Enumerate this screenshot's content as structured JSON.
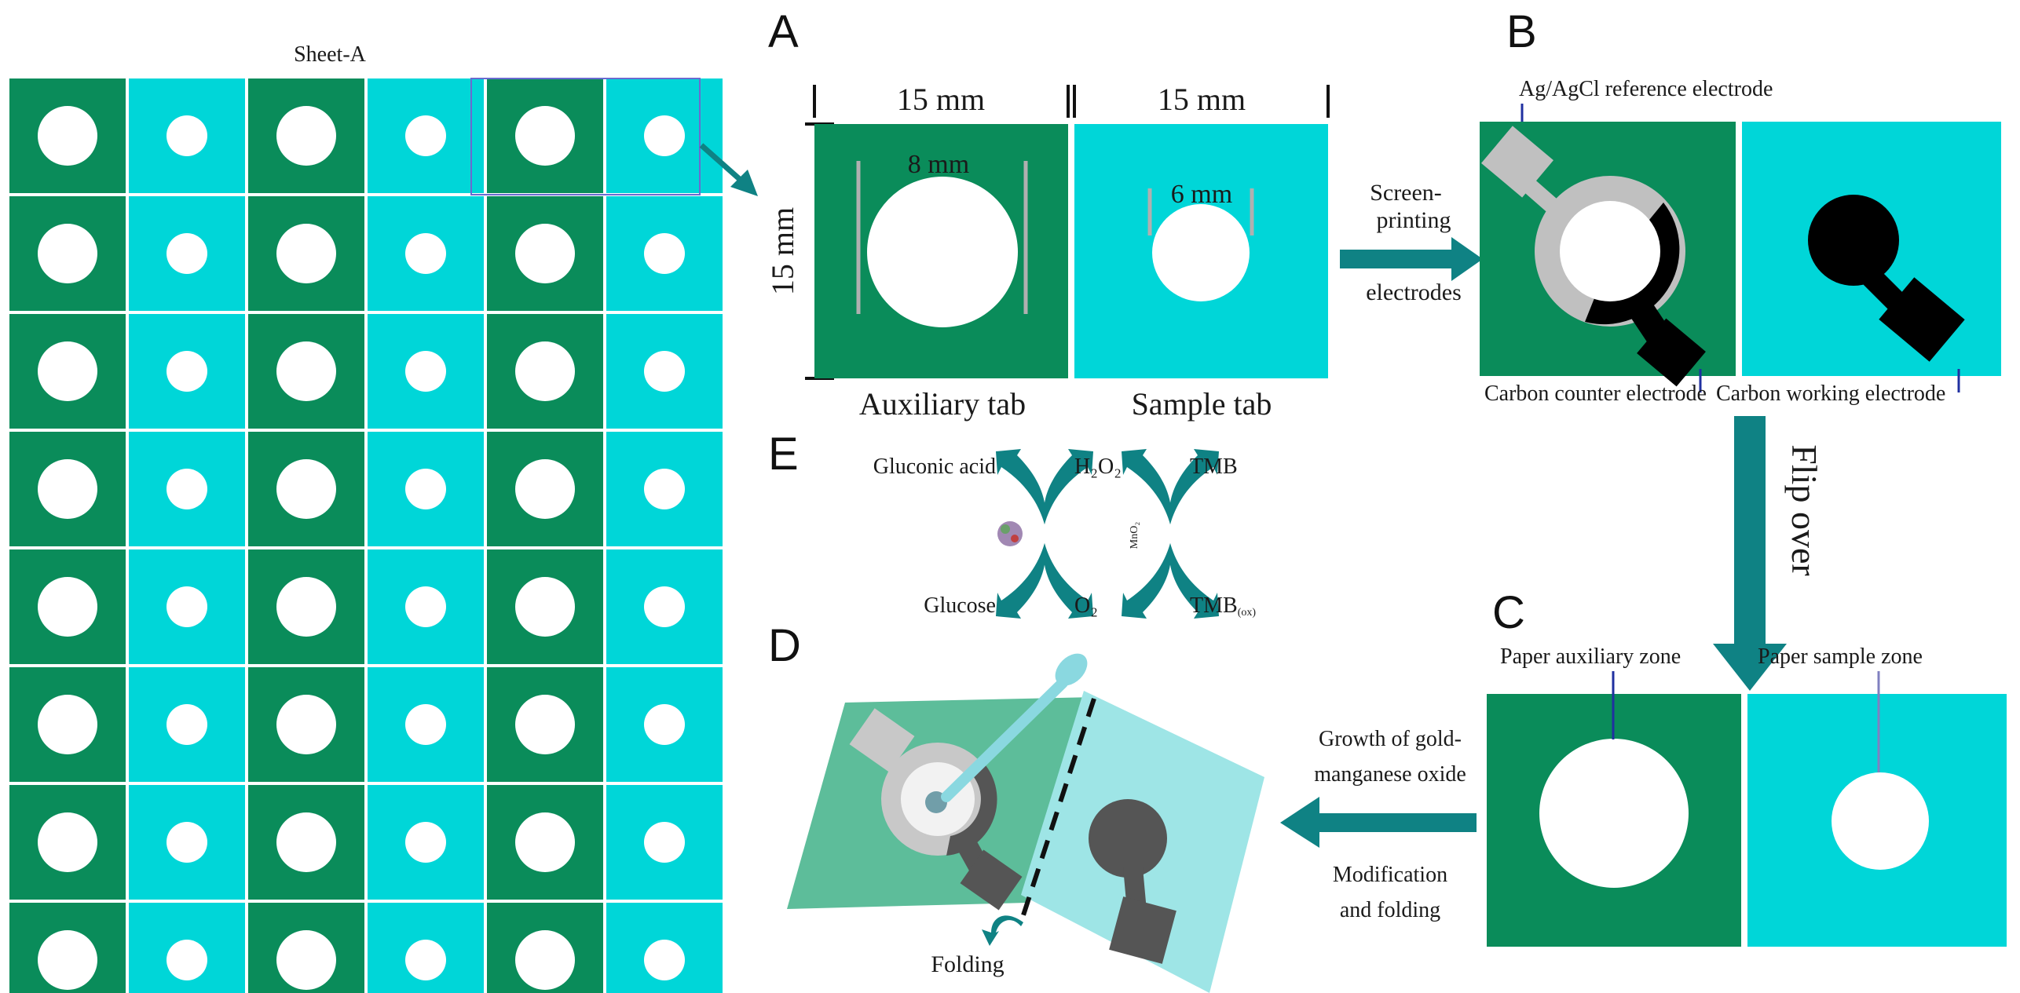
{
  "colors": {
    "dark_green": "#0a8c5a",
    "cyan": "#00d6d8",
    "light_gray": "#c0c0c0",
    "black": "#000000",
    "teal_arrow": "#0f8284",
    "muted_green": "#5dbd9a",
    "muted_cyan": "#9ee5e6",
    "dark_gray": "#555555",
    "blue_line": "#2030a0"
  },
  "sheet": {
    "title": "Sheet-A"
  },
  "panel_a": {
    "letter": "A",
    "width_left": "15 mm",
    "width_right": "15 mm",
    "height": "15 mm",
    "hole_left": "8 mm",
    "hole_right": "6 mm",
    "label_left": "Auxiliary tab",
    "label_right": "Sample tab"
  },
  "arrow_ab": {
    "line1": "Screen-",
    "line2": "printing",
    "line3": "electrodes"
  },
  "panel_b": {
    "letter": "B",
    "ref_electrode": "Ag/AgCl reference electrode",
    "counter_electrode": "Carbon counter electrode",
    "working_electrode": "Carbon working electrode"
  },
  "arrow_bc": {
    "label": "Flip over"
  },
  "panel_c": {
    "letter": "C",
    "aux_zone": "Paper auxiliary zone",
    "sample_zone": "Paper sample zone"
  },
  "arrow_cd": {
    "line1": "Growth of gold-",
    "line2": "manganese oxide",
    "line3": "Modification",
    "line4": "and folding"
  },
  "panel_d": {
    "letter": "D",
    "folding": "Folding"
  },
  "panel_e": {
    "letter": "E",
    "gluconic_acid": "Gluconic acid",
    "glucose": "Glucose",
    "h2o2": "H₂O₂",
    "o2": "O₂",
    "mno2": "MnO₂",
    "tmb": "TMB",
    "tmb_ox": "TMB",
    "tmb_ox_sub": "(ox)"
  }
}
